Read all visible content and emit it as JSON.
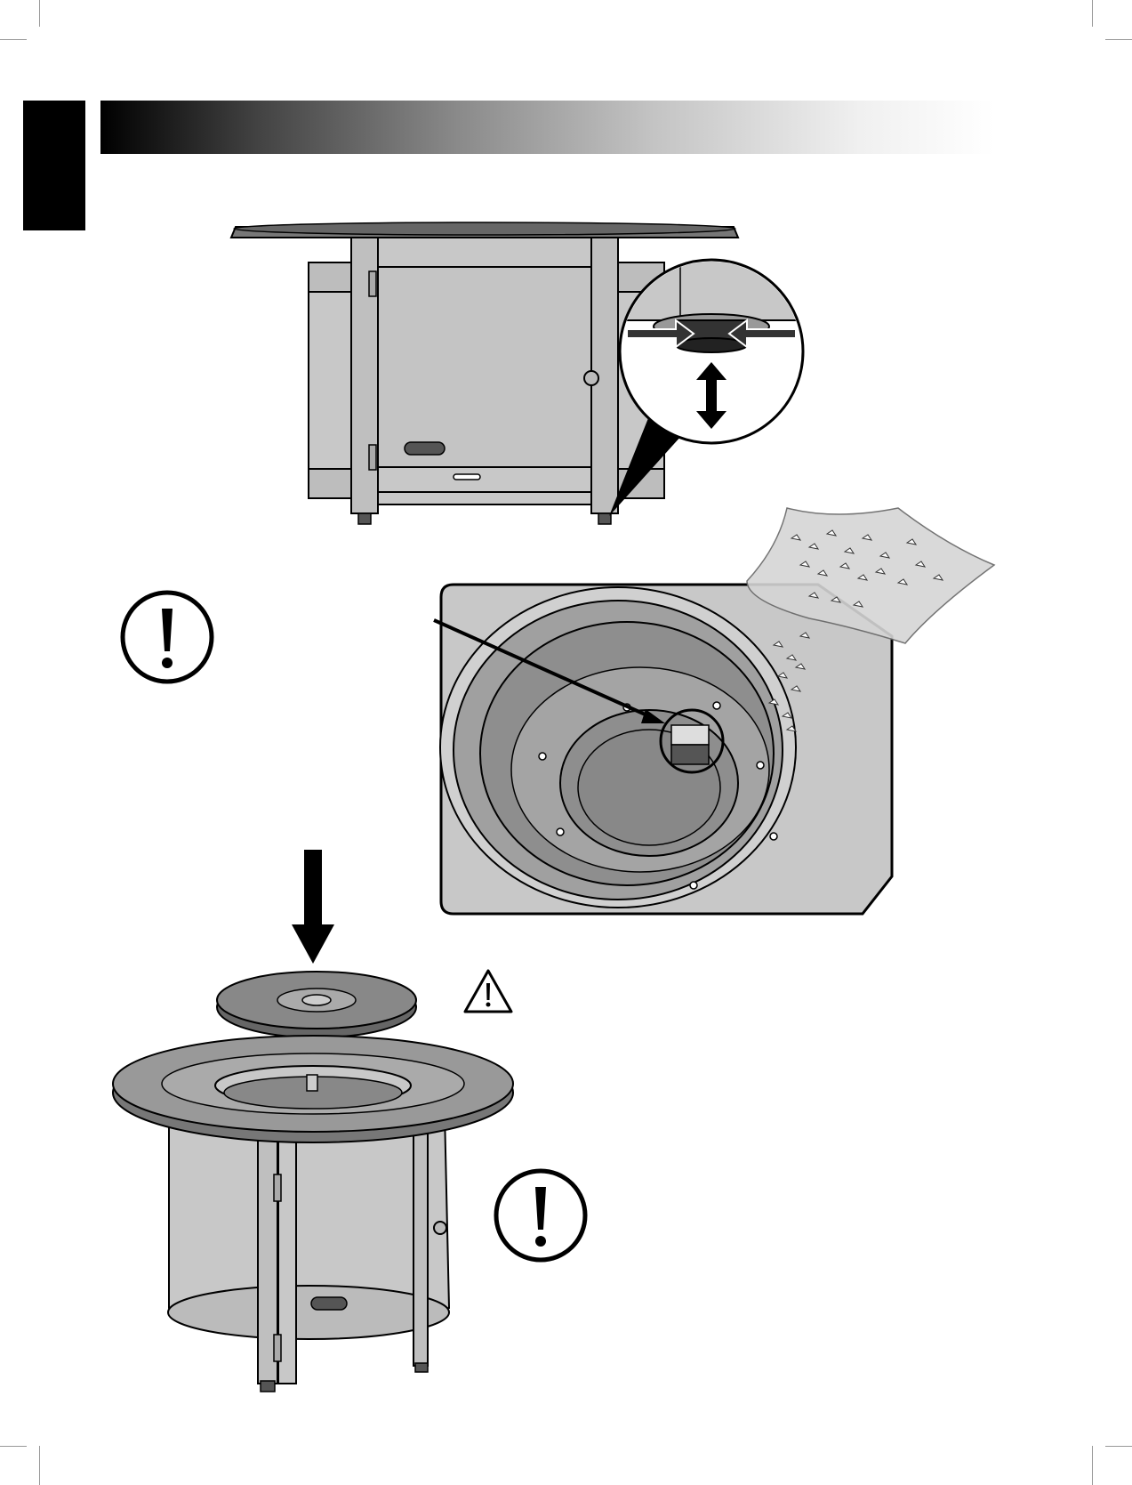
{
  "page": {
    "header_bar_title": "",
    "language_tab_label": ""
  },
  "figures": [
    {
      "id": "table-side-view",
      "description_label": ""
    },
    {
      "id": "burner-closeup",
      "description_label": ""
    },
    {
      "id": "lid-placement",
      "description_label": ""
    }
  ],
  "icons": [
    "exclamation-icon",
    "exclamation-icon",
    "warning-triangle-icon",
    "down-arrow-icon",
    "double-arrow-icon"
  ],
  "colors": {
    "ink": "#000000",
    "panel_fill": "#c8c8c8",
    "burner_fill": "#8e8e8e",
    "light_fill": "#dcdcdc"
  }
}
